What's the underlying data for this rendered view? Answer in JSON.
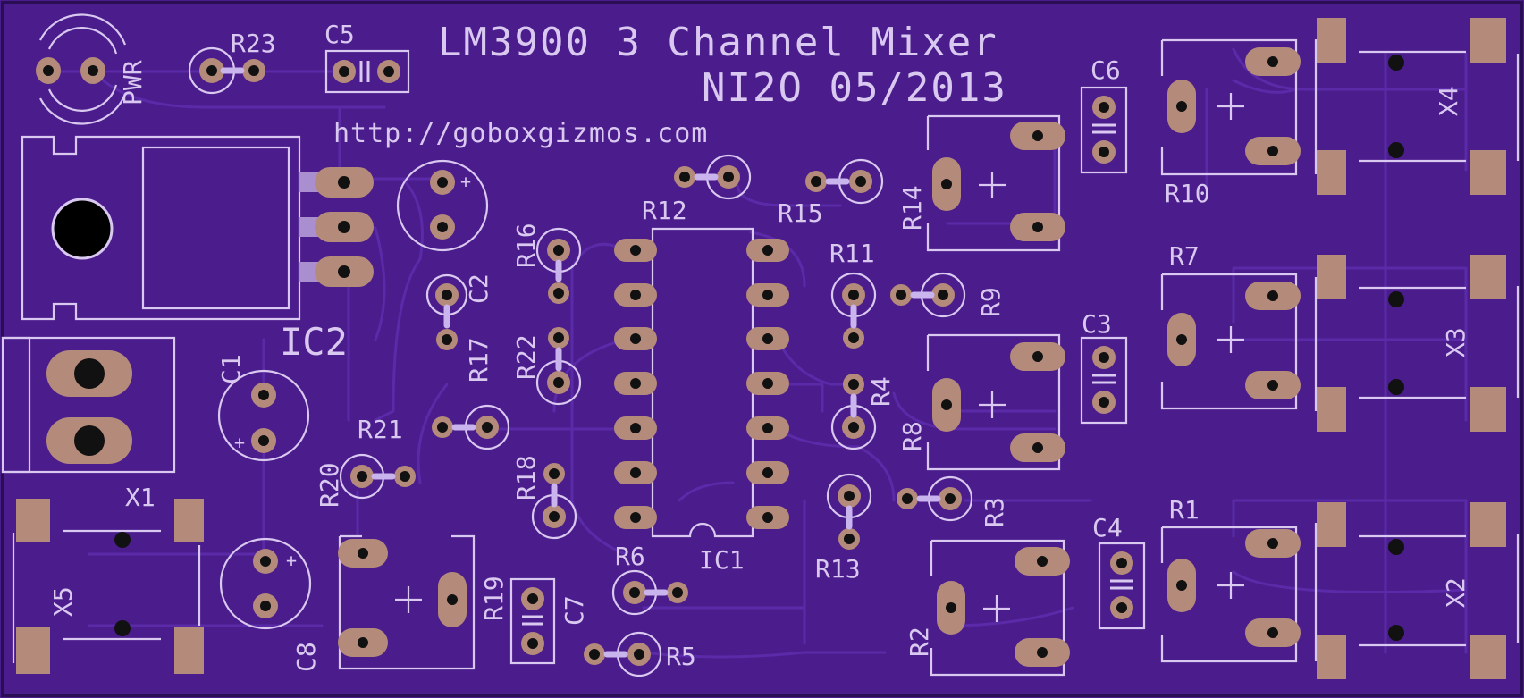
{
  "board": {
    "title": "LM3900 3 Channel Mixer",
    "subtitle": "NI2O 05/2013",
    "url": "http://goboxgizmos.com",
    "colors": {
      "substrate": "#4b1d8c",
      "silkscreen": "#d9c8f0",
      "copper": "#b48a7a"
    }
  },
  "labels": {
    "pwr": "PWR",
    "r23": "R23",
    "c5": "C5",
    "c6": "C6",
    "x4": "X4",
    "r10": "R10",
    "r14": "R14",
    "r15": "R15",
    "r12": "R12",
    "r16": "R16",
    "c2": "C2",
    "r17": "R17",
    "r22": "R22",
    "ic2": "IC2",
    "c1": "C1",
    "r11": "R11",
    "r9": "R9",
    "r7": "R7",
    "c3": "C3",
    "x3": "X3",
    "r4": "R4",
    "r8": "R8",
    "r21": "R21",
    "r20": "R20",
    "r18": "R18",
    "x1": "X1",
    "x5": "X5",
    "r3": "R3",
    "r1": "R1",
    "c4": "C4",
    "x2": "X2",
    "r6": "R6",
    "ic1": "IC1",
    "r13": "R13",
    "r19": "R19",
    "c7": "C7",
    "c8": "C8",
    "r5": "R5",
    "r2": "R2"
  }
}
